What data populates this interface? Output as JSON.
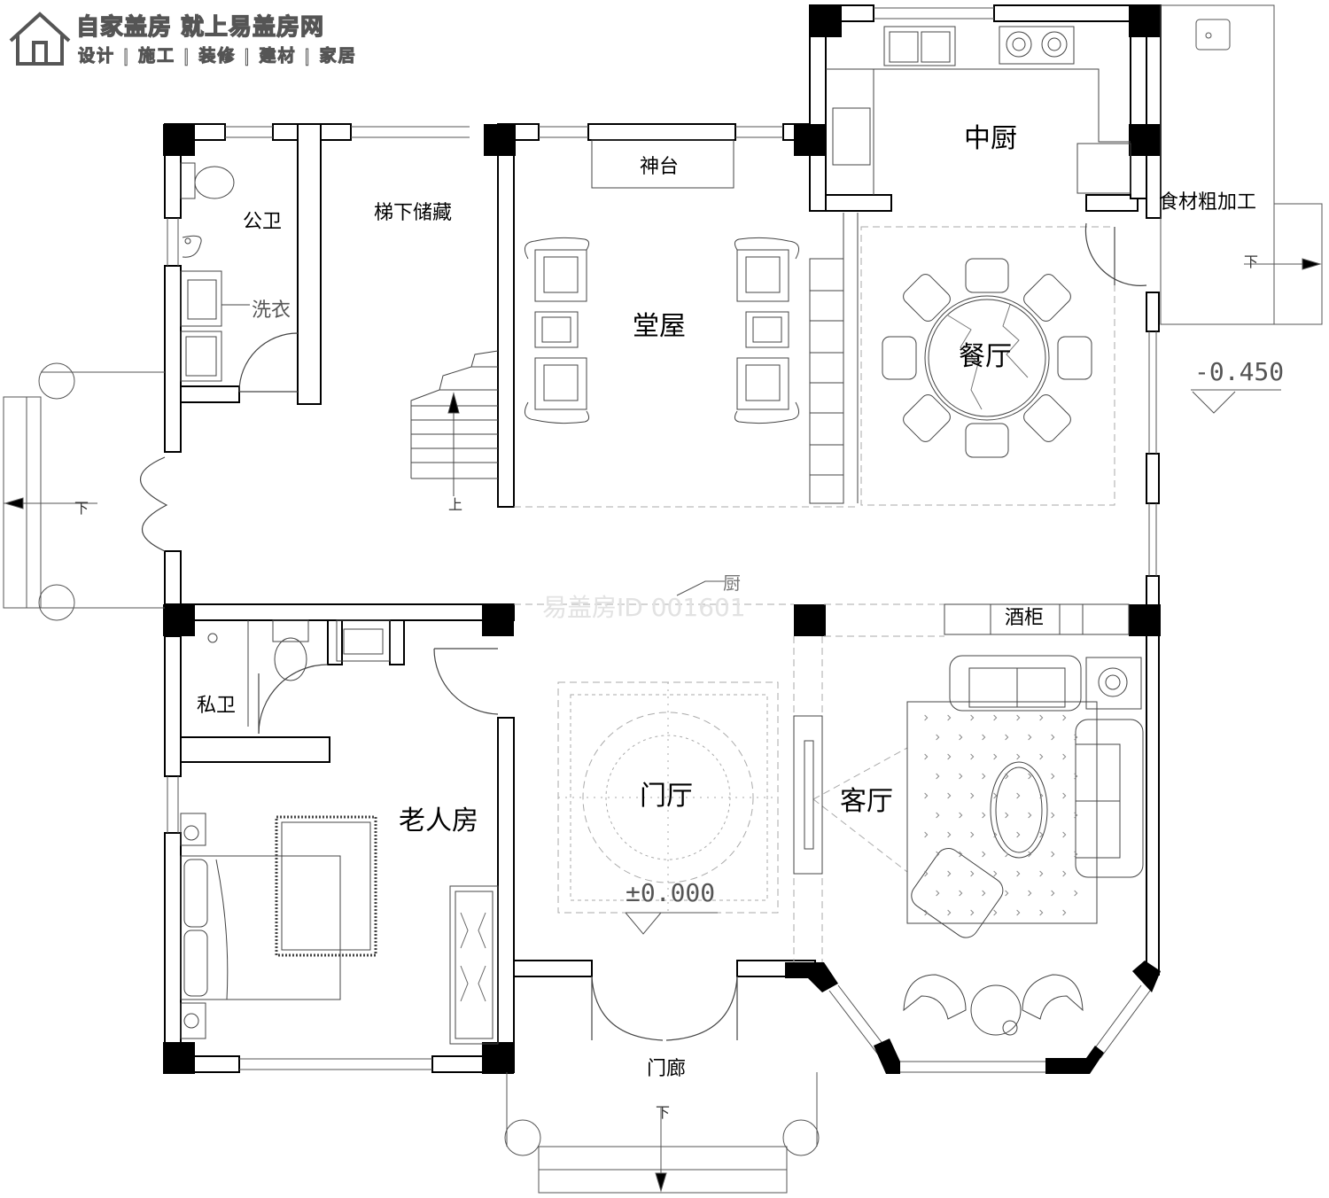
{
  "brand": {
    "line1": "自家盖房 就上易盖房网",
    "line2": "设计 | 施工 | 装修 | 建材 | 家居",
    "logo_icon": "house-logo-icon"
  },
  "watermark": "易盖房ID 001601",
  "rooms": {
    "public_toilet": "公卫",
    "under_stair_storage": "梯下储藏",
    "laundry": "洗衣",
    "altar": "神台",
    "main_hall": "堂屋",
    "kitchen": "中厨",
    "prep_area": "食材粗加工",
    "dining": "餐厅",
    "wine_cabinet": "酒柜",
    "living": "客厅",
    "foyer": "门厅",
    "elder_room": "老人房",
    "private_bath": "私卫",
    "porch": "门廊",
    "kitchen_small": "厨"
  },
  "stairs": {
    "up": "上",
    "down": "下"
  },
  "levels": {
    "outside": "-0.450",
    "floor": "±0.000"
  },
  "colors": {
    "wall": "#000000",
    "line": "#333333",
    "light": "#999999"
  }
}
